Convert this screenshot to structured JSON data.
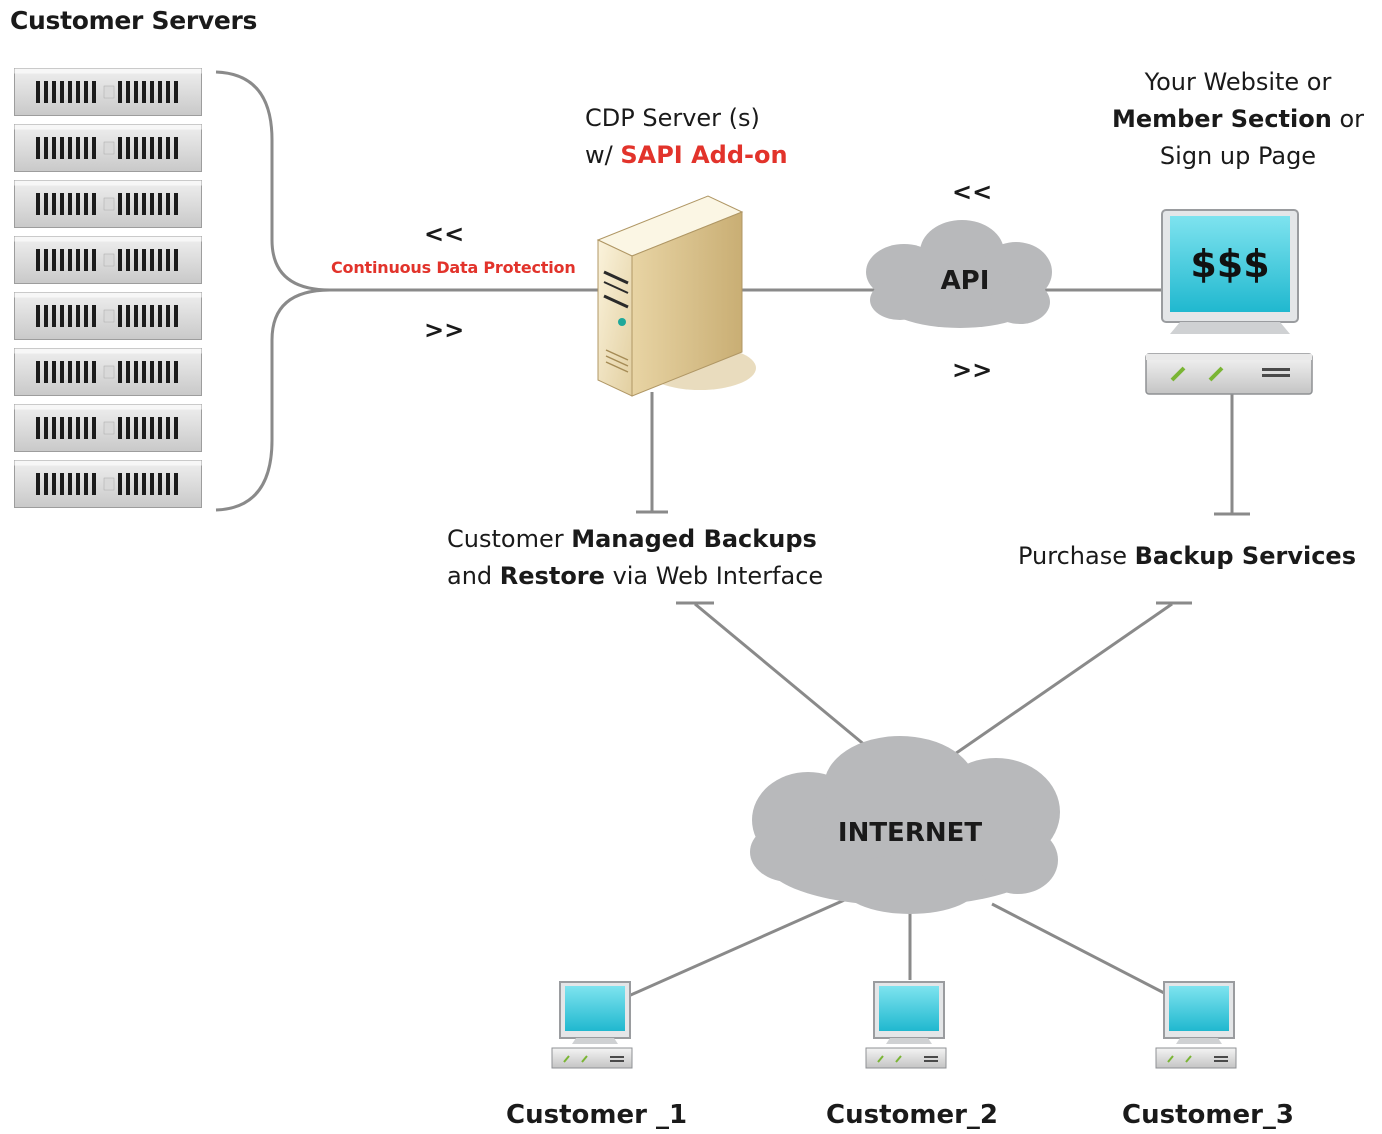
{
  "title": "Customer Servers",
  "racks": [
    1,
    2,
    3,
    4,
    5,
    6,
    7,
    8
  ],
  "cdp_server": {
    "line1": "CDP Server (s)",
    "line2_prefix": "w/",
    "line2_highlight": "SAPI Add-on"
  },
  "protection_label": "Continuous Data Protection",
  "arrows": {
    "left": "<<",
    "right": ">>"
  },
  "api_label": "API",
  "website": {
    "line1": "Your Website  or",
    "line2_bold": "Member Section",
    "line2_rest": "or",
    "line3": "Sign up Page",
    "monitor_text": "$$$"
  },
  "backup": {
    "line1_prefix": "Customer",
    "line1_bold": "Managed Backups",
    "line2_prefix": "and",
    "line2_bold": "Restore",
    "line2_rest": "via Web Interface"
  },
  "purchase": {
    "prefix": "Purchase",
    "bold": "Backup Services"
  },
  "internet_label": "INTERNET",
  "customers": [
    "Customer _1",
    "Customer_2",
    "Customer_3"
  ],
  "colors": {
    "accent_red": "#e2332b",
    "cloud": "#b8b9bb",
    "screen": "#29c4d8",
    "line": "#8a8a8a"
  }
}
